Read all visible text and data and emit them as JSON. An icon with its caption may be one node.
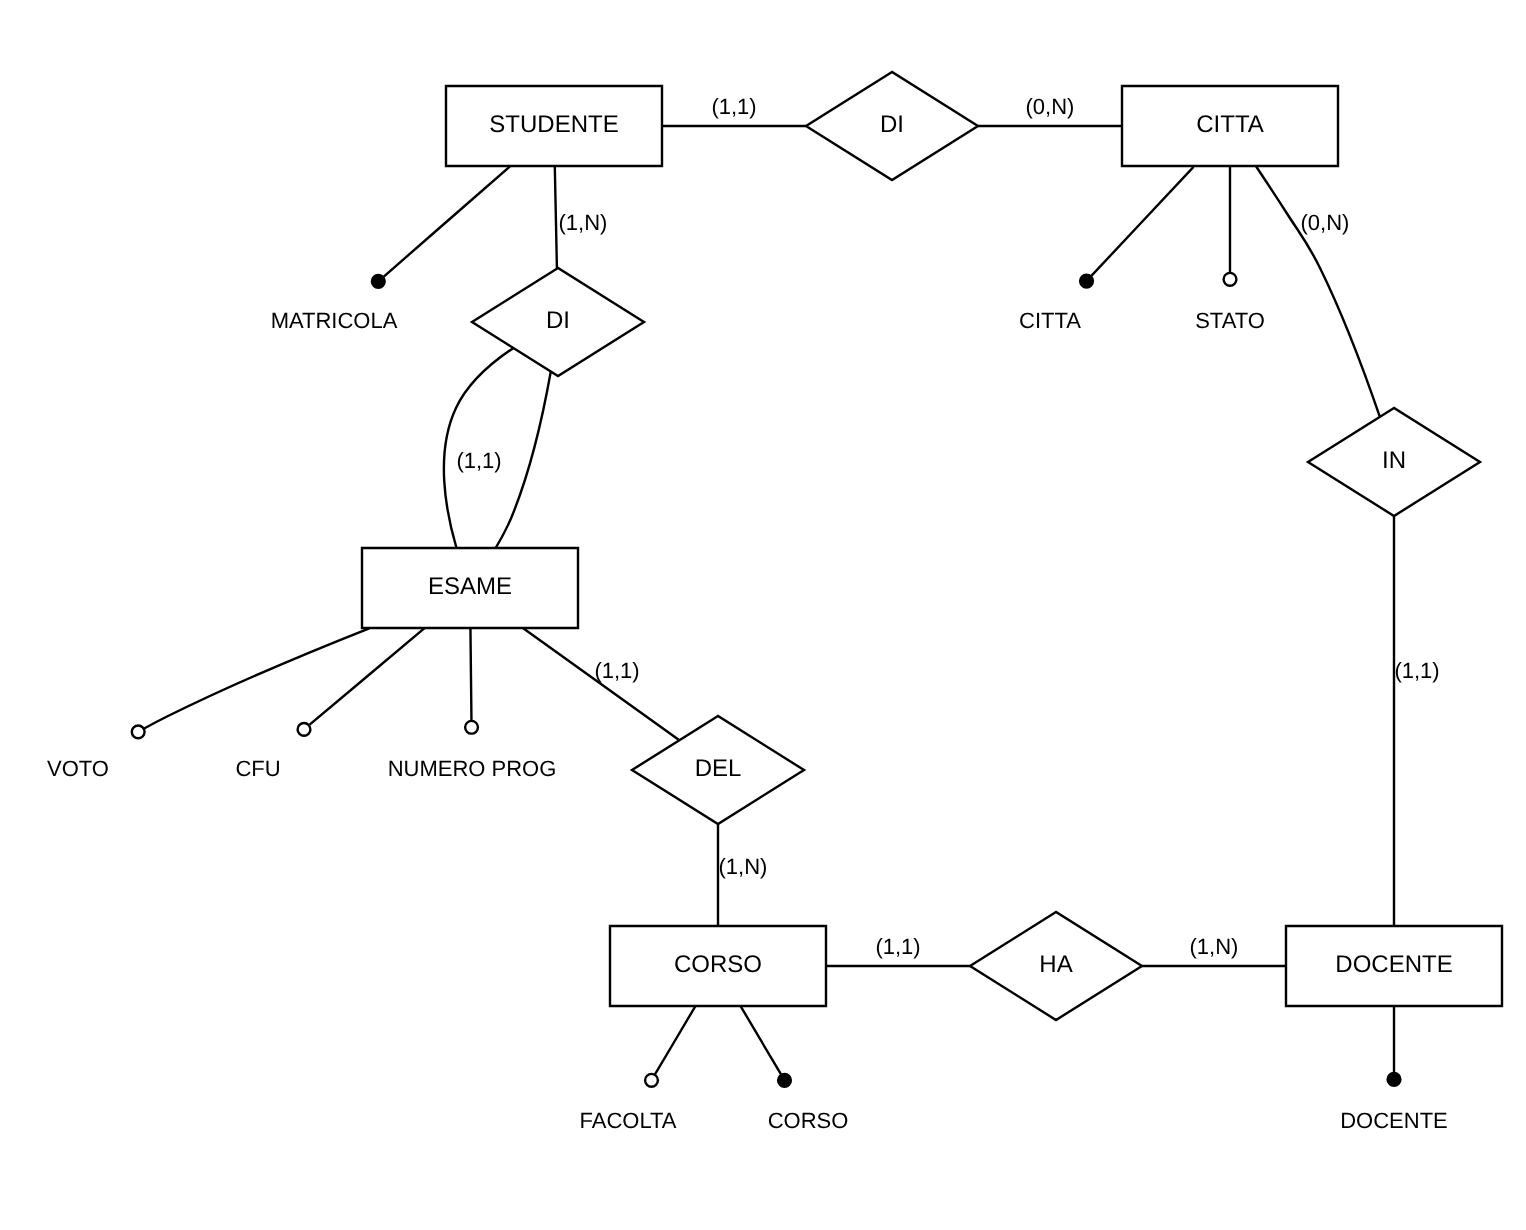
{
  "diagram": {
    "nodes": [
      {
        "text": [
          "STUDENTE"
        ]
      },
      {
        "text": [
          "DI"
        ]
      },
      {
        "text": [
          "CITTA"
        ]
      },
      {
        "text": [
          "CITTA"
        ]
      },
      {
        "text": [
          "STATO"
        ]
      },
      {
        "text": [
          "MATRICOLA"
        ]
      },
      {
        "text": [
          "DI"
        ]
      },
      {
        "text": [
          "VOTO"
        ]
      },
      {
        "text": [
          "IN"
        ]
      },
      {
        "text": [
          "ESAME"
        ]
      },
      {
        "text": [
          "CFU"
        ]
      },
      {
        "text": [
          "NUMERO PROG"
        ]
      },
      {
        "text": [
          "DEL"
        ]
      },
      {
        "text": [
          "FACOLTA"
        ]
      },
      {
        "text": [
          "DOCENTE"
        ]
      },
      {
        "text": [
          "CORSO"
        ]
      },
      {
        "text": [
          "CORSO"
        ]
      },
      {
        "text": [
          "HA"
        ]
      },
      {
        "text": [
          "DOCENTE"
        ]
      }
    ],
    "edges": [
      {
        "from": 0,
        "to": 1,
        "arrow": "none",
        "label": "(1,1)"
      },
      {
        "from": 1,
        "to": 2,
        "arrow": "none",
        "label": "(0,N)"
      },
      {
        "from": 0,
        "to": 6,
        "arrow": "none",
        "label": "(1,N)"
      },
      {
        "from": 6,
        "to": 9,
        "arrow": "none",
        "label": "(1,1)"
      },
      {
        "from": 6,
        "to": 9,
        "arrow": "none"
      },
      {
        "from": 9,
        "to": 12,
        "arrow": "none",
        "label": "(1,1)"
      },
      {
        "from": 12,
        "to": 16,
        "arrow": "none",
        "label": "(1,N)"
      },
      {
        "from": 16,
        "to": 17,
        "arrow": "none",
        "label": "(1,1)"
      },
      {
        "from": 17,
        "to": 18,
        "arrow": "none",
        "label": "(1,N)"
      },
      {
        "from": 2,
        "to": 8,
        "arrow": "none",
        "label": "(0,N)"
      },
      {
        "from": 8,
        "to": 18,
        "arrow": "none",
        "label": "(1,1)"
      },
      {
        "from": 0,
        "to": 5,
        "arrow": "other"
      },
      {
        "from": 2,
        "to": 3,
        "arrow": "other"
      },
      {
        "from": 2,
        "to": 4,
        "arrow": "other"
      },
      {
        "from": 9,
        "to": 7,
        "arrow": "other"
      },
      {
        "from": 9,
        "to": 10,
        "arrow": "other"
      },
      {
        "from": 9,
        "to": 11,
        "arrow": "other"
      },
      {
        "from": 16,
        "to": 15,
        "arrow": "other"
      },
      {
        "from": 16,
        "to": 13,
        "arrow": "other"
      },
      {
        "from": 18,
        "to": 14,
        "arrow": "other"
      }
    ]
  }
}
